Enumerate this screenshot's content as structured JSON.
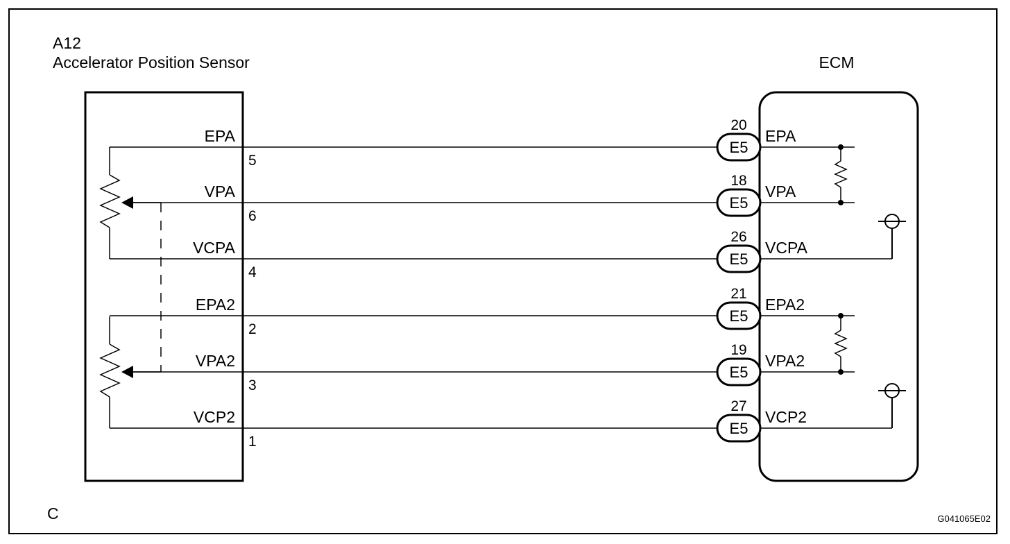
{
  "component": {
    "code": "A12",
    "name": "Accelerator Position Sensor"
  },
  "ecm_label": "ECM",
  "corner_letter": "C",
  "figure_id": "G041065E02",
  "connector_code": "E5",
  "wires": [
    {
      "signal": "EPA",
      "sensor_pin": "5",
      "ecm_pin": "20",
      "ecm_label": "EPA",
      "connector": "E5"
    },
    {
      "signal": "VPA",
      "sensor_pin": "6",
      "ecm_pin": "18",
      "ecm_label": "VPA",
      "connector": "E5"
    },
    {
      "signal": "VCPA",
      "sensor_pin": "4",
      "ecm_pin": "26",
      "ecm_label": "VCPA",
      "connector": "E5"
    },
    {
      "signal": "EPA2",
      "sensor_pin": "2",
      "ecm_pin": "21",
      "ecm_label": "EPA2",
      "connector": "E5"
    },
    {
      "signal": "VPA2",
      "sensor_pin": "3",
      "ecm_pin": "19",
      "ecm_label": "VPA2",
      "connector": "E5"
    },
    {
      "signal": "VCP2",
      "sensor_pin": "1",
      "ecm_pin": "27",
      "ecm_label": "VCP2",
      "connector": "E5"
    }
  ]
}
